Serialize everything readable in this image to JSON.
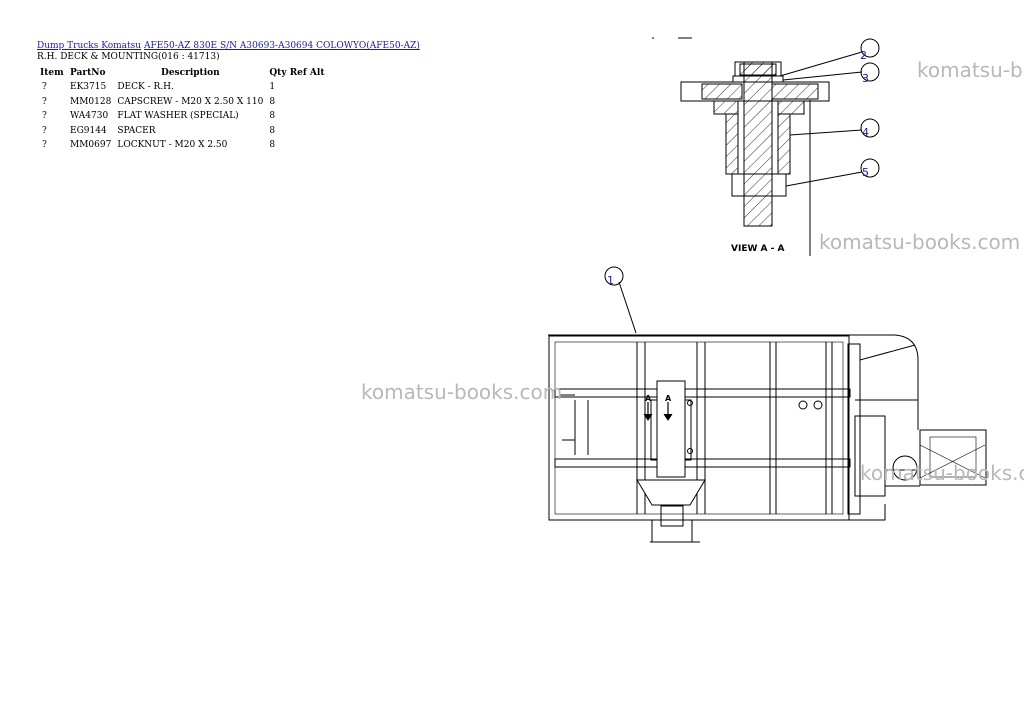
{
  "header": {
    "breadcrumb_1": "Dump Trucks Komatsu",
    "breadcrumb_2": "AFE50-AZ 830E S/N A30693-A30694 COLOWYO(AFE50-AZ)",
    "subtitle": "R.H. DECK & MOUNTING(016 : 41713)"
  },
  "table": {
    "columns": [
      "Item",
      "PartNo",
      "Description",
      "Qty Ref Alt"
    ],
    "rows": [
      {
        "item": "?",
        "part": "EK3715",
        "desc": "DECK - R.H.",
        "qty": "1"
      },
      {
        "item": "?",
        "part": "MM0128",
        "desc": "CAPSCREW - M20 X 2.50 X 110",
        "qty": "8"
      },
      {
        "item": "?",
        "part": "WA4730",
        "desc": "FLAT WASHER (SPECIAL)",
        "qty": "8"
      },
      {
        "item": "?",
        "part": "EG9144",
        "desc": "SPACER",
        "qty": "8"
      },
      {
        "item": "?",
        "part": "MM0697",
        "desc": "LOCKNUT - M20 X 2.50",
        "qty": "8"
      }
    ]
  },
  "drawing": {
    "view_label": "VIEW A - A",
    "section_letter": "A",
    "callouts": [
      "2",
      "3",
      "4",
      "5",
      "1"
    ]
  },
  "watermarks": [
    "komatsu-books.com",
    "komatsu-books.com",
    "komatsu-books.com",
    "komatsu-books.com"
  ]
}
